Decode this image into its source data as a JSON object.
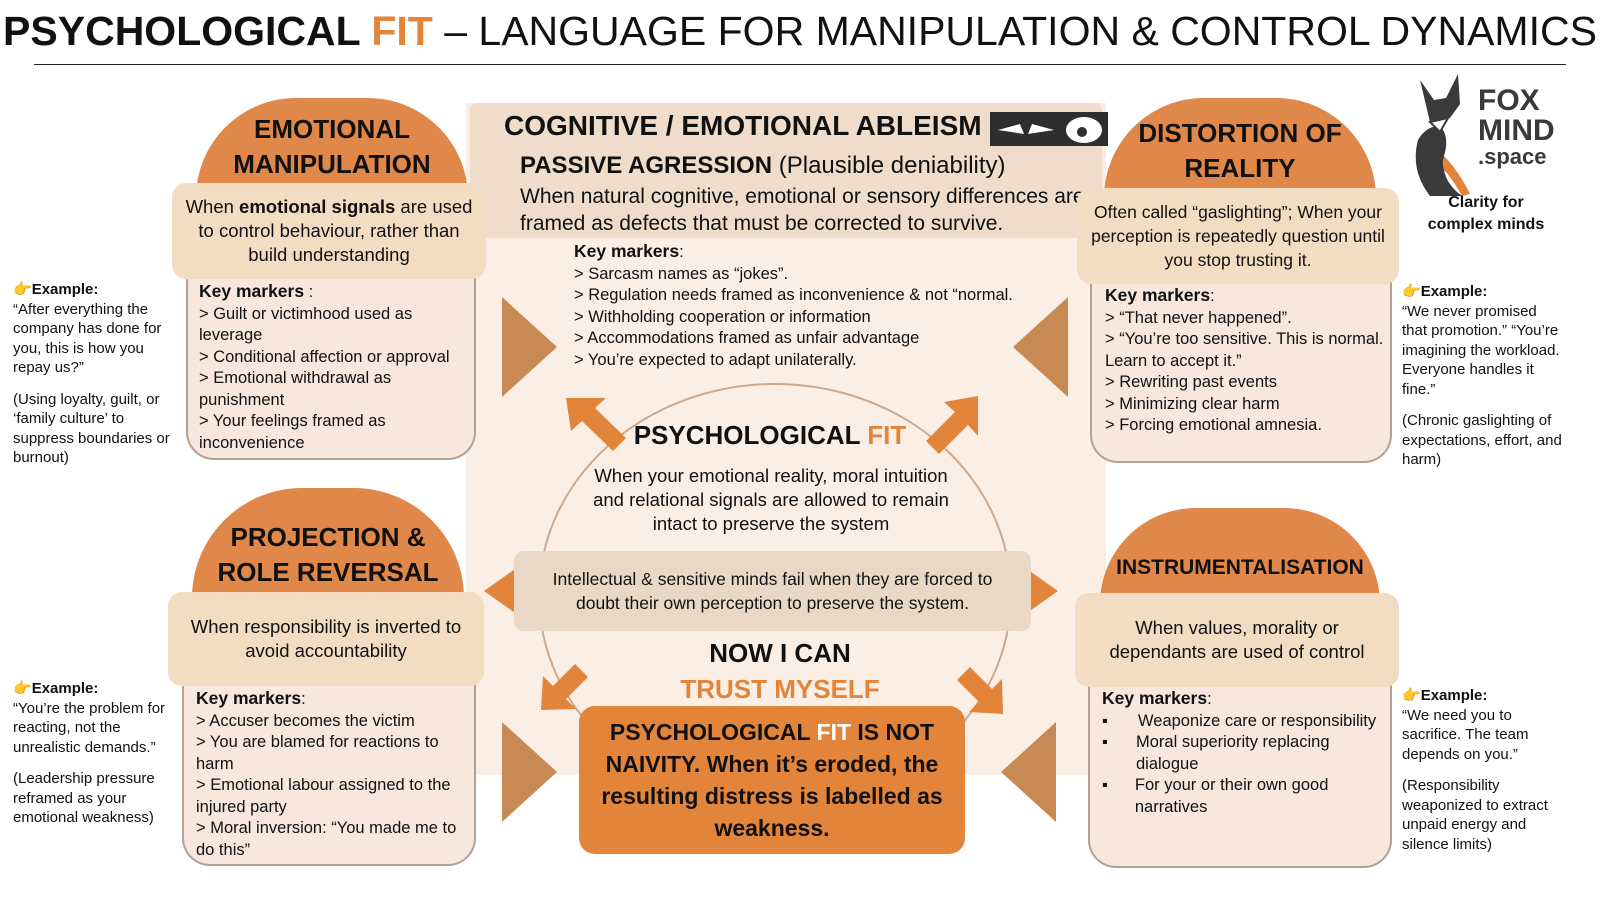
{
  "title": {
    "part1": "PSYCHOLOGICAL ",
    "accent": "FIT",
    "part2": " – LANGUAGE FOR MANIPULATION & CONTROL DYNAMICS"
  },
  "brand": {
    "name_line1": "FOX",
    "name_line2": "MIND",
    "name_line3": ".space",
    "tagline": "Clarity for complex minds"
  },
  "ableism": {
    "title": "COGNITIVE / EMOTIONAL ABLEISM"
  },
  "passive": {
    "title": "PASSIVE AGRESSION",
    "subtitle": "(Plausible deniability)",
    "desc": "When natural cognitive, emotional or sensory differences are framed as defects that must be corrected to survive.",
    "markers_heading": "Key markers",
    "markers": [
      "> Sarcasm names as “jokes”.",
      "> Regulation needs framed as inconvenience & not “normal.",
      "> Withholding cooperation or information",
      "> Accommodations framed as unfair advantage",
      "> You’re expected to adapt unilaterally."
    ]
  },
  "emotional": {
    "title": "EMOTIONAL MANIPULATION",
    "def_pre": "When ",
    "def_bold": "emotional signals",
    "def_post": " are used to control behaviour, rather than build understanding",
    "markers_heading": "Key markers",
    "markers": [
      "> Guilt or victimhood used as leverage",
      "> Conditional affection or approval",
      "> Emotional withdrawal as punishment",
      "> Your feelings framed as inconvenience"
    ],
    "example_label": "Example:",
    "example_quote": "“After everything the company has done for you, this is how you repay us?”",
    "example_note": "(Using loyalty, guilt, or ‘family culture’ to suppress boundaries or burnout)"
  },
  "distortion": {
    "title": "DISTORTION OF REALITY",
    "def": "Often called “gaslighting”; When your perception is repeatedly question until you stop trusting it.",
    "markers_heading": "Key markers",
    "markers": [
      "> “That never happened”.",
      "> “You’re too sensitive. This is normal. Learn to accept it.”",
      "> Rewriting past events",
      "> Minimizing clear harm",
      "> Forcing emotional amnesia."
    ],
    "example_label": "Example:",
    "example_quote": "“We never promised that promotion.” “You’re imagining the workload. Everyone handles it fine.”",
    "example_note": "(Chronic gaslighting of expectations, effort, and harm)"
  },
  "projection": {
    "title": "PROJECTION & ROLE REVERSAL",
    "def": "When responsibility is inverted to avoid accountability",
    "markers_heading": "Key markers",
    "markers": [
      "> Accuser becomes the victim",
      "> You are blamed for reactions to harm",
      "> Emotional labour assigned to the injured party",
      "> Moral inversion: “You made me to do this”"
    ],
    "example_label": "Example:",
    "example_quote": "“You’re the problem for reacting, not the unrealistic demands.”",
    "example_note": "(Leadership pressure reframed as your emotional weakness)"
  },
  "instrumental": {
    "title": "INSTRUMENTALISATION",
    "def": "When values, morality or dependants are used of control",
    "markers_heading": "Key markers",
    "markers": [
      "Weaponize care or responsibility",
      "Moral superiority replacing dialogue",
      "For your or their own good narratives"
    ],
    "bullet": "▪",
    "example_label": "Example:",
    "example_quote": "“We need you to sacrifice. The team depends on you.”",
    "example_note": "(Responsibility weaponized to extract unpaid energy and silence limits)"
  },
  "center": {
    "title_pre": "PSYCHOLOGICAL ",
    "title_accent": "FIT",
    "desc": "When your emotional reality, moral intuition and relational signals  are allowed to remain intact to preserve the system",
    "box": "Intellectual & sensitive minds fail when they are forced  to doubt their own perception to preserve the system.",
    "now": "NOW I CAN",
    "trust": "TRUST MYSELF"
  },
  "final": {
    "pre": "PSYCHOLOGICAL ",
    "accent": "FIT",
    "post": " IS NOT NAIVITY. When it’s eroded, the resulting distress is labelled as weakness."
  },
  "colors": {
    "accent": "#e2843a",
    "dome": "#e0874a",
    "cream": "#f2dcc2",
    "panel": "#fbeee4",
    "triangle": "#c88a55"
  },
  "icons": {
    "example": "pointing-hand-icon",
    "eyes": "suspicious-eyes-icon",
    "logo": "fox-icon"
  }
}
